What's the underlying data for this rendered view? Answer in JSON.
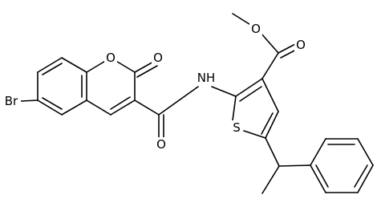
{
  "atoms": {
    "br": "Br",
    "o_ring": "O",
    "o_lactone": "O",
    "o_amide": "O",
    "nh": "NH",
    "s": "S",
    "o_ester_carbonyl": "O",
    "o_ester_ether": "O"
  },
  "colors": {
    "bond": "#000000",
    "label": "#000000",
    "background": "#ffffff"
  }
}
